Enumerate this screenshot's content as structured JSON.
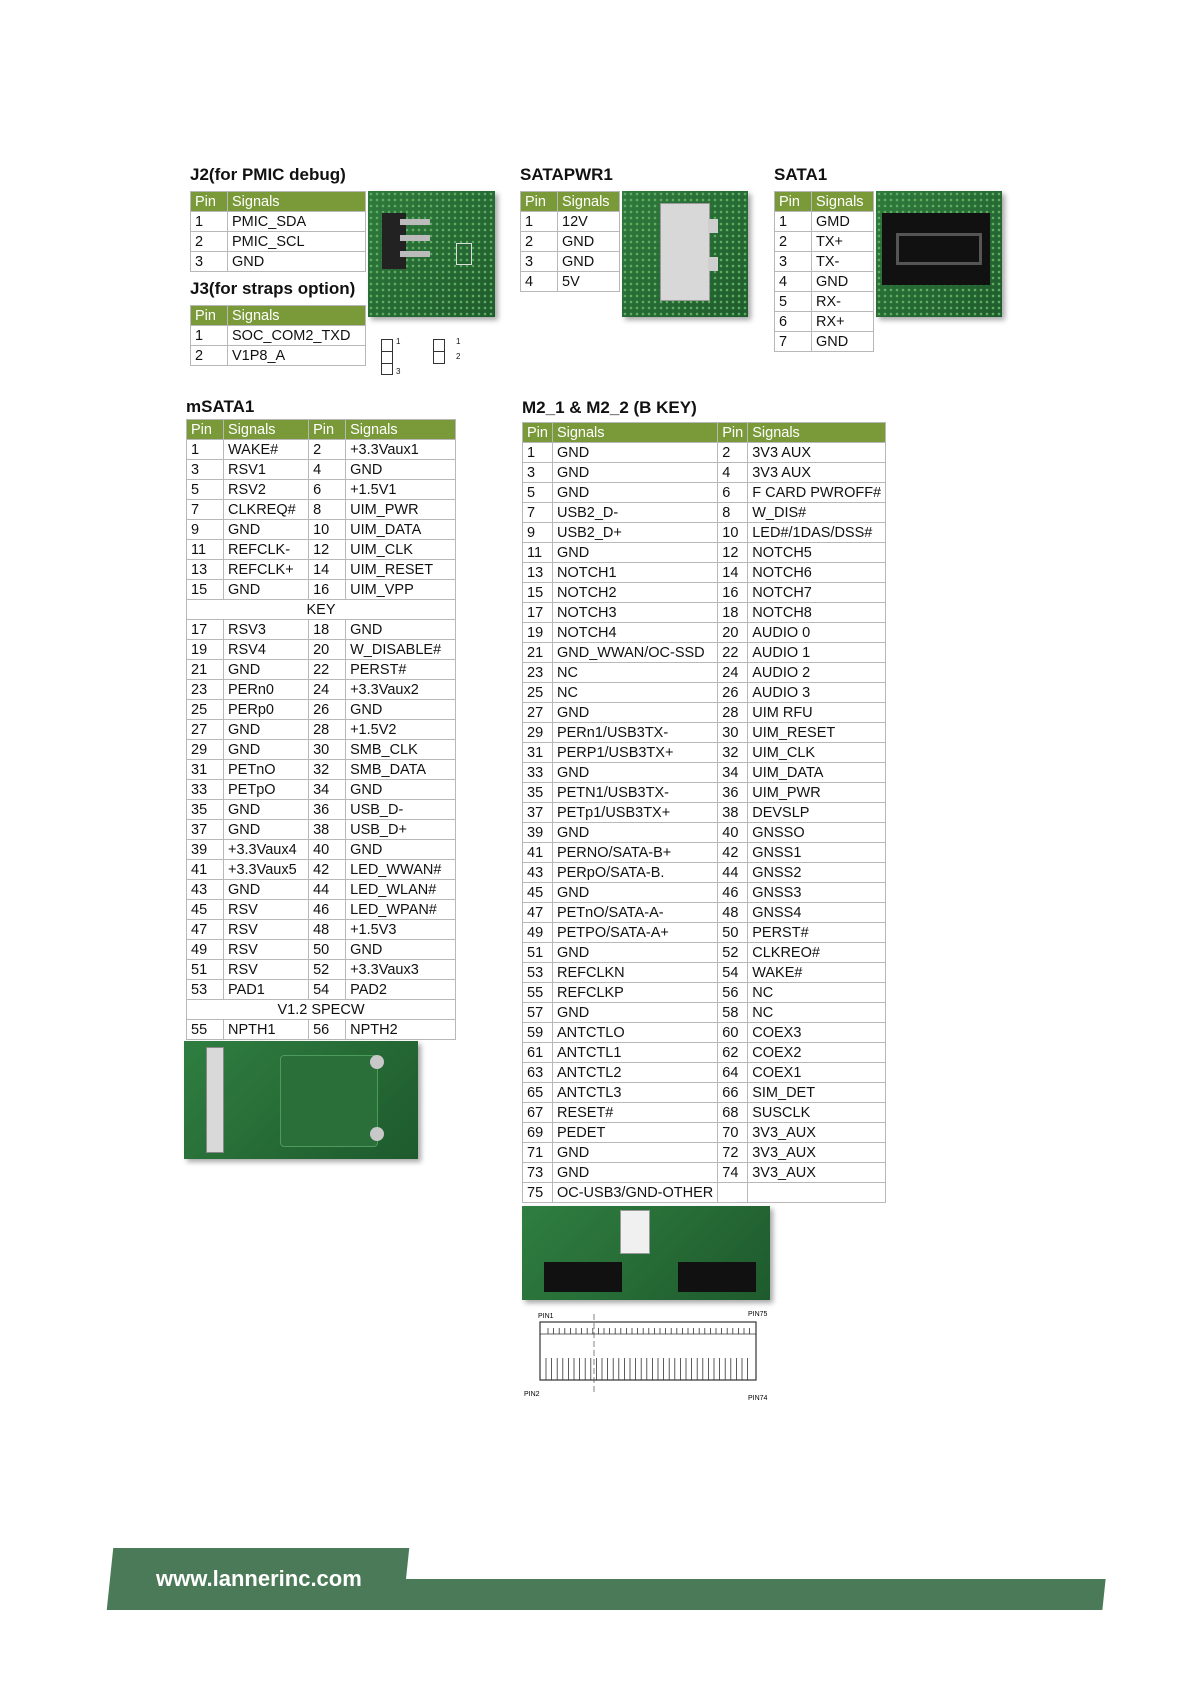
{
  "j2": {
    "title": "J2(for PMIC debug)",
    "headers": [
      "Pin",
      "Signals"
    ],
    "rows": [
      [
        "1",
        "PMIC_SDA"
      ],
      [
        "2",
        "PMIC_SCL"
      ],
      [
        "3",
        "GND"
      ]
    ]
  },
  "j3": {
    "title": "J3(for straps option)",
    "headers": [
      "Pin",
      "Signals"
    ],
    "rows": [
      [
        "1",
        "SOC_COM2_TXD"
      ],
      [
        "2",
        "V1P8_A"
      ]
    ],
    "jumper_labels": [
      "1",
      "3",
      "1",
      "2"
    ]
  },
  "satapwr1": {
    "title": "SATAPWR1",
    "headers": [
      "Pin",
      "Signals"
    ],
    "rows": [
      [
        "1",
        "12V"
      ],
      [
        "2",
        "GND"
      ],
      [
        "3",
        "GND"
      ],
      [
        "4",
        "5V"
      ]
    ]
  },
  "sata1": {
    "title": "SATA1",
    "headers": [
      "Pin",
      "Signals"
    ],
    "rows": [
      [
        "1",
        "GMD"
      ],
      [
        "2",
        "TX+"
      ],
      [
        "3",
        "TX-"
      ],
      [
        "4",
        "GND"
      ],
      [
        "5",
        "RX-"
      ],
      [
        "6",
        "RX+"
      ],
      [
        "7",
        "GND"
      ]
    ]
  },
  "msata1": {
    "title": "mSATA1",
    "headers": [
      "Pin",
      "Signals",
      "Pin",
      "Signals"
    ],
    "rows": [
      [
        "1",
        "WAKE#",
        "2",
        "+3.3Vaux1"
      ],
      [
        "3",
        "RSV1",
        "4",
        "GND"
      ],
      [
        "5",
        "RSV2",
        "6",
        "+1.5V1"
      ],
      [
        "7",
        "CLKREQ#",
        "8",
        "UIM_PWR"
      ],
      [
        "9",
        "GND",
        "10",
        "UIM_DATA"
      ],
      [
        "11",
        "REFCLK-",
        "12",
        "UIM_CLK"
      ],
      [
        "13",
        "REFCLK+",
        "14",
        "UIM_RESET"
      ],
      [
        "15",
        "GND",
        "16",
        "UIM_VPP"
      ],
      [
        "KEY"
      ],
      [
        "17",
        "RSV3",
        "18",
        "GND"
      ],
      [
        "19",
        "RSV4",
        "20",
        "W_DISABLE#"
      ],
      [
        "21",
        "GND",
        "22",
        "PERST#"
      ],
      [
        "23",
        "PERn0",
        "24",
        "+3.3Vaux2"
      ],
      [
        "25",
        "PERp0",
        "26",
        "GND"
      ],
      [
        "27",
        "GND",
        "28",
        "+1.5V2"
      ],
      [
        "29",
        "GND",
        "30",
        "SMB_CLK"
      ],
      [
        "31",
        "PETnO",
        "32",
        "SMB_DATA"
      ],
      [
        "33",
        "PETpO",
        "34",
        "GND"
      ],
      [
        "35",
        "GND",
        "36",
        "USB_D-"
      ],
      [
        "37",
        "GND",
        "38",
        "USB_D+"
      ],
      [
        "39",
        "+3.3Vaux4",
        "40",
        "GND"
      ],
      [
        "41",
        "+3.3Vaux5",
        "42",
        "LED_WWAN#"
      ],
      [
        "43",
        "GND",
        "44",
        "LED_WLAN#"
      ],
      [
        "45",
        "RSV",
        "46",
        "LED_WPAN#"
      ],
      [
        "47",
        "RSV",
        "48",
        "+1.5V3"
      ],
      [
        "49",
        "RSV",
        "50",
        "GND"
      ],
      [
        "51",
        "RSV",
        "52",
        "+3.3Vaux3"
      ],
      [
        "53",
        "PAD1",
        "54",
        "PAD2"
      ],
      [
        "V1.2 SPECW"
      ],
      [
        "55",
        "NPTH1",
        "56",
        "NPTH2"
      ]
    ]
  },
  "m2": {
    "title": "M2_1 & M2_2 (B KEY)",
    "headers": [
      "Pin",
      "Signals",
      "Pin",
      "Signals"
    ],
    "rows": [
      [
        "1",
        "GND",
        "2",
        "3V3 AUX"
      ],
      [
        "3",
        "GND",
        "4",
        "3V3 AUX"
      ],
      [
        "5",
        "GND",
        "6",
        "F CARD PWROFF#"
      ],
      [
        "7",
        "USB2_D-",
        "8",
        "W_DIS#"
      ],
      [
        "9",
        "USB2_D+",
        "10",
        "LED#/1DAS/DSS#"
      ],
      [
        "11",
        "GND",
        "12",
        "NOTCH5"
      ],
      [
        "13",
        "NOTCH1",
        "14",
        "NOTCH6"
      ],
      [
        "15",
        "NOTCH2",
        "16",
        "NOTCH7"
      ],
      [
        "17",
        "NOTCH3",
        "18",
        "NOTCH8"
      ],
      [
        "19",
        "NOTCH4",
        "20",
        "AUDIO 0"
      ],
      [
        "21",
        "GND_WWAN/OC-SSD",
        "22",
        "AUDIO 1"
      ],
      [
        "23",
        "NC",
        "24",
        "AUDIO 2"
      ],
      [
        "25",
        "NC",
        "26",
        "AUDIO 3"
      ],
      [
        "27",
        "GND",
        "28",
        "UIM RFU"
      ],
      [
        "29",
        "PERn1/USB3TX-",
        "30",
        "UIM_RESET"
      ],
      [
        "31",
        "PERP1/USB3TX+",
        "32",
        "UIM_CLK"
      ],
      [
        "33",
        "GND",
        "34",
        "UIM_DATA"
      ],
      [
        "35",
        "PETN1/USB3TX-",
        "36",
        "UIM_PWR"
      ],
      [
        "37",
        "PETp1/USB3TX+",
        "38",
        "DEVSLP"
      ],
      [
        "39",
        "GND",
        "40",
        "GNSSO"
      ],
      [
        "41",
        "PERNO/SATA-B+",
        "42",
        "GNSS1"
      ],
      [
        "43",
        "PERpO/SATA-B.",
        "44",
        "GNSS2"
      ],
      [
        "45",
        "GND",
        "46",
        "GNSS3"
      ],
      [
        "47",
        "PETnO/SATA-A-",
        "48",
        "GNSS4"
      ],
      [
        "49",
        "PETPO/SATA-A+",
        "50",
        "PERST#"
      ],
      [
        "51",
        "GND",
        "52",
        "CLKREO#"
      ],
      [
        "53",
        "REFCLKN",
        "54",
        "WAKE#"
      ],
      [
        "55",
        "REFCLKP",
        "56",
        "NC"
      ],
      [
        "57",
        "GND",
        "58",
        "NC"
      ],
      [
        "59",
        "ANTCTLO",
        "60",
        "COEX3"
      ],
      [
        "61",
        "ANTCTL1",
        "62",
        "COEX2"
      ],
      [
        "63",
        "ANTCTL2",
        "64",
        "COEX1"
      ],
      [
        "65",
        "ANTCTL3",
        "66",
        "SIM_DET"
      ],
      [
        "67",
        "RESET#",
        "68",
        "SUSCLK"
      ],
      [
        "69",
        "PEDET",
        "70",
        "3V3_AUX"
      ],
      [
        "71",
        "GND",
        "72",
        "3V3_AUX"
      ],
      [
        "73",
        "GND",
        "74",
        "3V3_AUX"
      ],
      [
        "75",
        "OC-USB3/GND-OTHER",
        "",
        ""
      ]
    ],
    "diagram_labels": [
      "PIN1",
      "PIN75",
      "PIN2",
      "PIN74"
    ]
  },
  "footer": {
    "url": "www.lannerinc.com"
  },
  "colors": {
    "header_green": "#7a9a3a",
    "footer_green": "#4a7a57"
  }
}
